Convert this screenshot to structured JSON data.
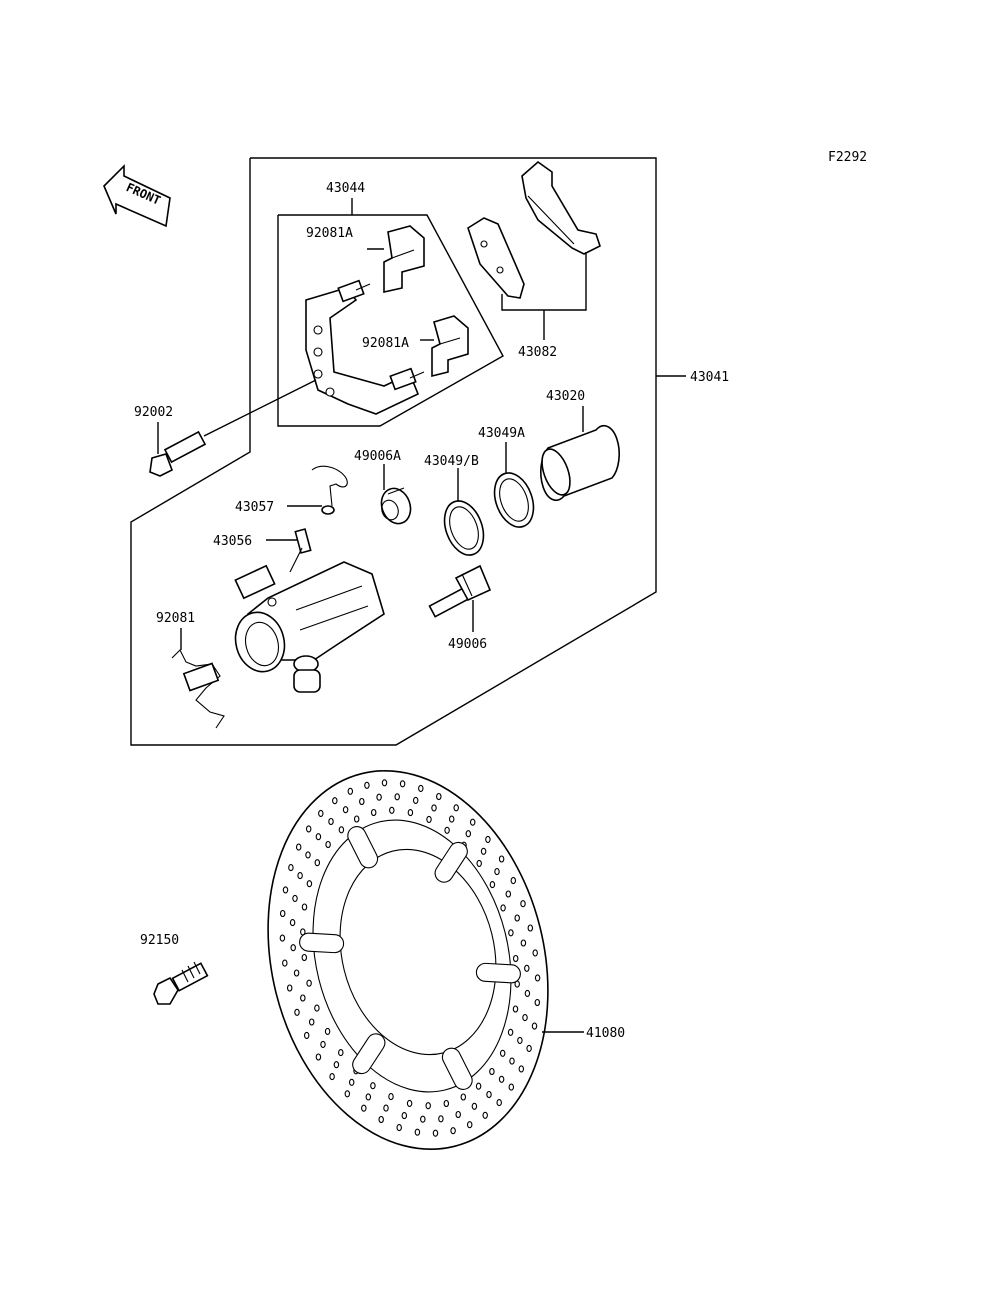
{
  "figure_code": "F2292",
  "front_label": "FRONT",
  "labels": {
    "l43044": "43044",
    "l92081a_1": "92081A",
    "l92081a_2": "92081A",
    "l43082": "43082",
    "l43041": "43041",
    "l92002": "92002",
    "l43020": "43020",
    "l43049a": "43049A",
    "l49006a": "49006A",
    "l43049b": "43049/B",
    "l43057": "43057",
    "l43056": "43056",
    "l92081": "92081",
    "l49006": "49006",
    "l92150": "92150",
    "l41080": "41080"
  }
}
